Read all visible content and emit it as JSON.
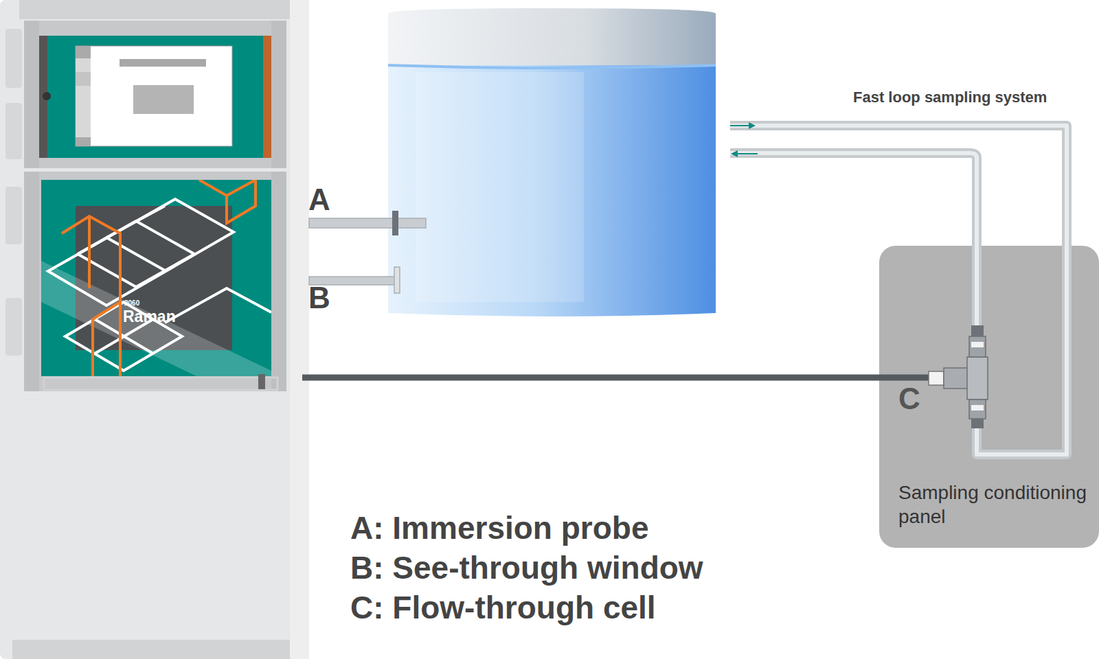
{
  "diagram": {
    "nodes": [
      {
        "text": [
          "2060",
          "Raman"
        ]
      },
      {
        "text": [
          "Sampling conditioning panel"
        ]
      }
    ],
    "edges": [
      {
        "from": 0,
        "to": 1,
        "arrow": "none"
      }
    ],
    "labels": [
      "Fast loop sampling system",
      "A",
      "B",
      "C",
      "A: Immersion probe",
      "B: See-through window",
      "C: Flow-through cell"
    ]
  }
}
